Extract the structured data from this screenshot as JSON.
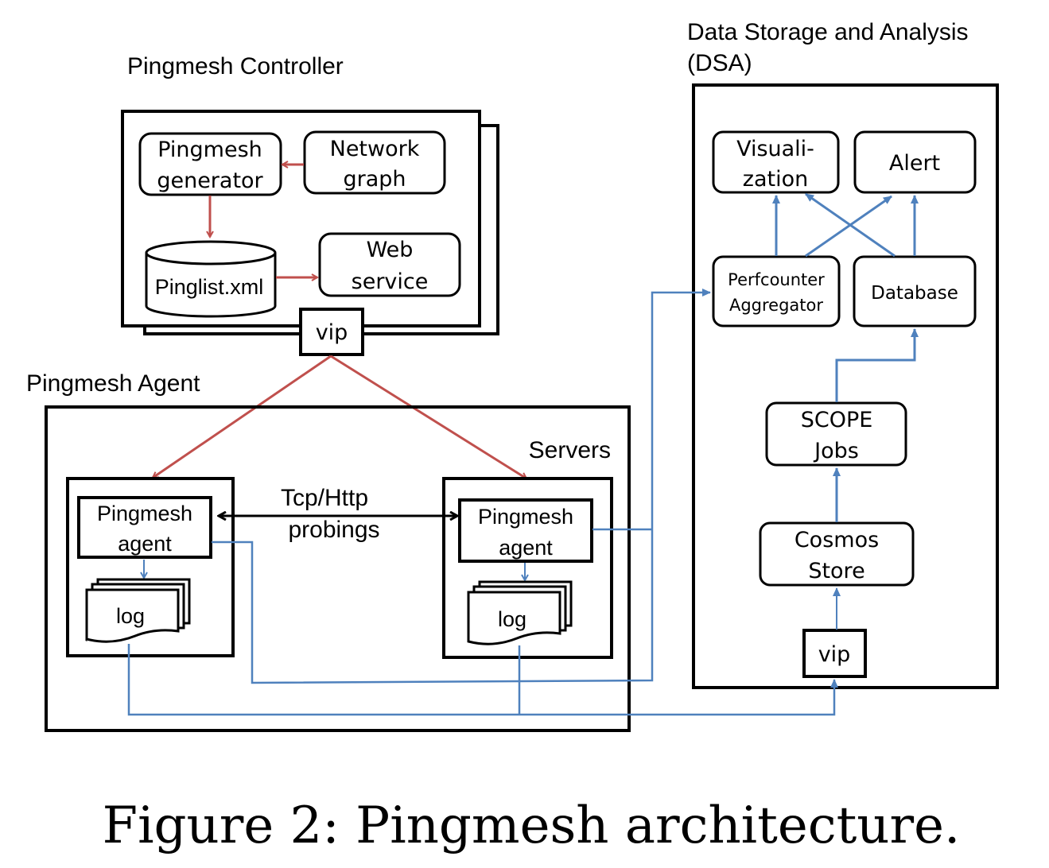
{
  "colors": {
    "red_arrow": "#C0504D",
    "blue_arrow": "#4F81BD",
    "black": "#000000"
  },
  "controller": {
    "title": "Pingmesh Controller",
    "generator": [
      "Pingmesh",
      "generator"
    ],
    "network_graph": [
      "Network",
      "graph"
    ],
    "pinglist": "Pinglist.xml",
    "web_service": [
      "Web",
      "service"
    ],
    "vip": "vip"
  },
  "agent": {
    "title": "Pingmesh Agent",
    "servers_label": "Servers",
    "probe_label": [
      "Tcp/Http",
      "probings"
    ],
    "left_agent": [
      "Pingmesh",
      "agent"
    ],
    "right_agent": [
      "Pingmesh",
      "agent"
    ],
    "log": "log"
  },
  "dsa": {
    "title": [
      "Data Storage and Analysis",
      "(DSA)"
    ],
    "visualization": [
      "Visuali-",
      "zation"
    ],
    "alert": "Alert",
    "perfcounter": [
      "Perfcounter",
      "Aggregator"
    ],
    "database": "Database",
    "scope": [
      "SCOPE",
      "Jobs"
    ],
    "cosmos": [
      "Cosmos",
      "Store"
    ],
    "vip": "vip"
  },
  "caption": "Figure 2: Pingmesh architecture."
}
